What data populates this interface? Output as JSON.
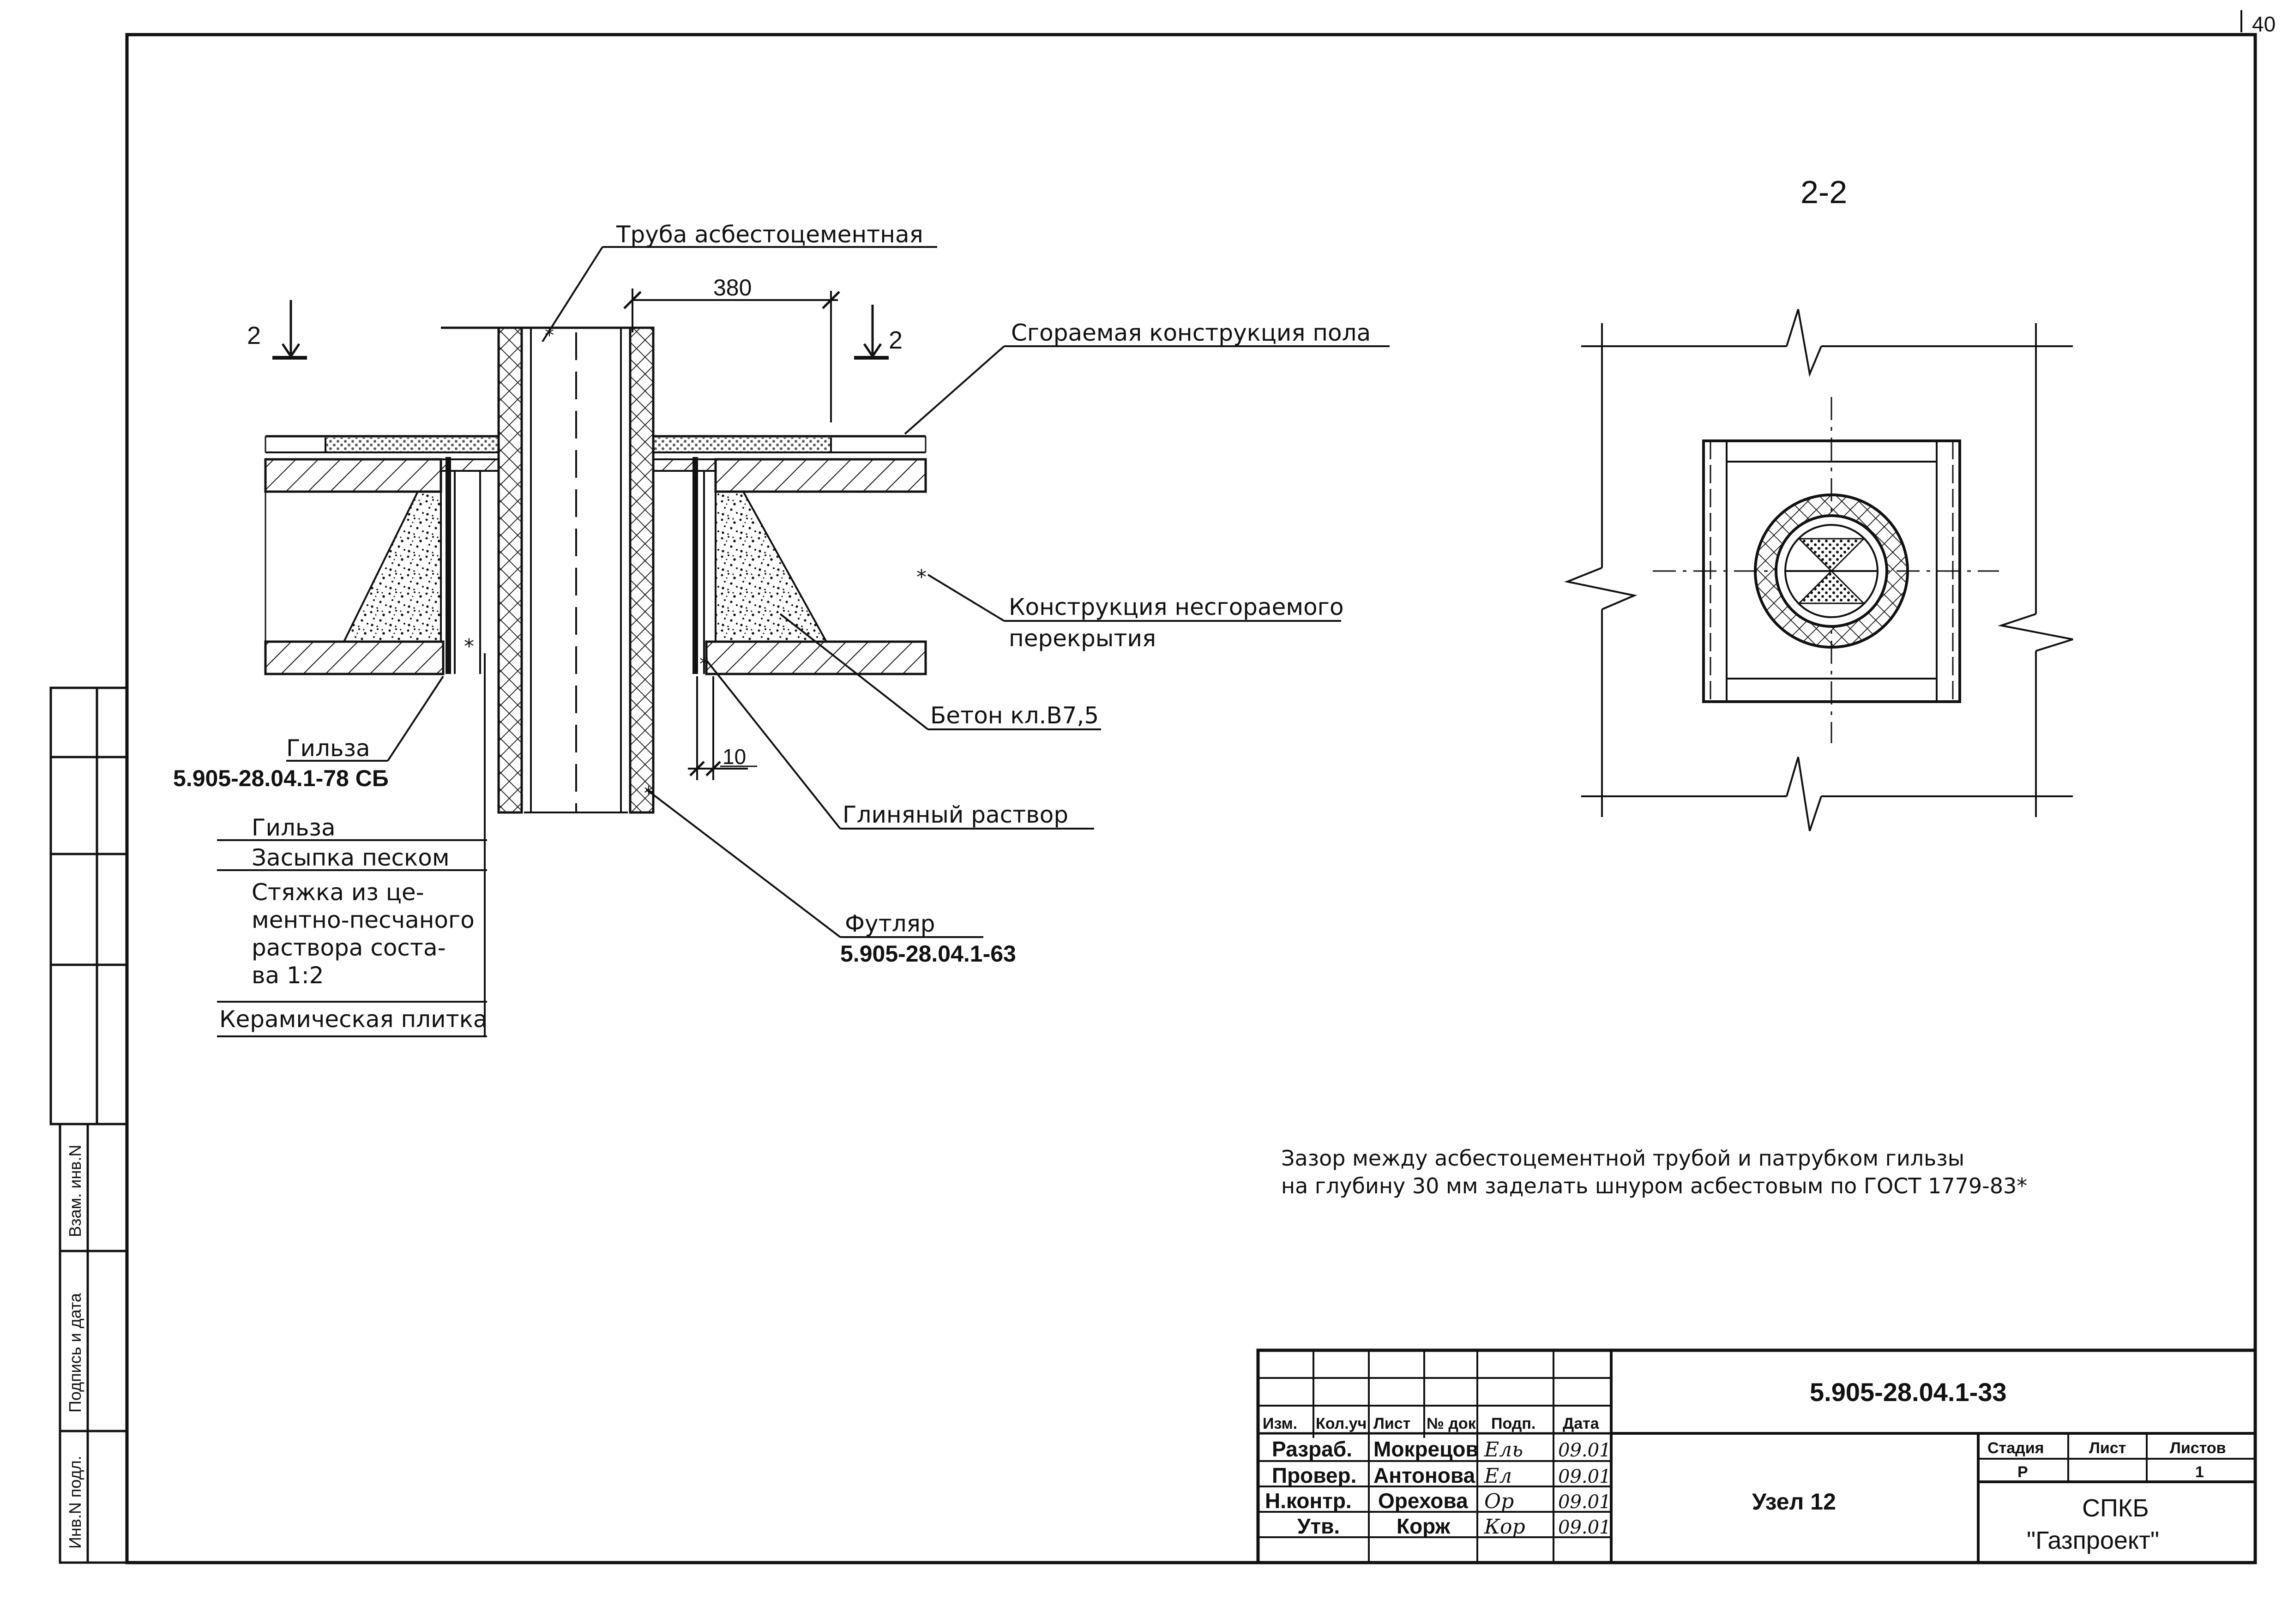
{
  "page_number": "40",
  "section_label": "2-2",
  "section_marks": {
    "left": "2",
    "right": "2"
  },
  "dimensions": {
    "width": "380",
    "gap": "10"
  },
  "callouts": {
    "asbestos_pipe": "Труба асбестоцементная",
    "floor_construction": "Сгораемая конструкция пола",
    "slab": "Конструкция несгораемого",
    "slab_line2": "перекрытия",
    "concrete": "Бетон кл.В7,5",
    "sleeve": "Гильза",
    "sleeve_code": "5.905-28.04.1-78 СБ",
    "clay_mortar": "Глиняный раствор",
    "case": "Футляр",
    "case_code": "5.905-28.04.1-63"
  },
  "legend_rows": [
    [
      "Гильза"
    ],
    [
      "Засыпка песком"
    ],
    [
      "Стяжка из це-",
      "ментно-песчаного",
      "раствора соста-",
      "ва 1:2"
    ],
    [
      "Керамическая плитка"
    ]
  ],
  "note": [
    "Зазор между асбестоцементной трубой и патрубком гильзы",
    "на глубину 30 мм заделать шнуром асбестовым по ГОСТ 1779-83*"
  ],
  "side_stamp": [
    "Взам. инв.N",
    "Подпись и дата",
    "Инв.N подл."
  ],
  "title_block": {
    "doc_code": "5.905-28.04.1-33",
    "title": "Узел 12",
    "company_line1": "СПКБ",
    "company_line2": "\"Газпроект\"",
    "headers": [
      "Изм.",
      "Кол.уч",
      "Лист",
      "№ док",
      "Подп.",
      "Дата"
    ],
    "people": [
      {
        "role": "Разраб.",
        "name": "Мокрецов",
        "sig": "Ель",
        "date": "09.01"
      },
      {
        "role": "Провер.",
        "name": "Антонова",
        "sig": "Ел",
        "date": "09.01"
      },
      {
        "role": "Н.контр.",
        "name": "Орехова",
        "sig": "Ор",
        "date": "09.01"
      },
      {
        "role": "Утв.",
        "name": "Корж",
        "sig": "Кор",
        "date": "09.01"
      }
    ],
    "stage_header": "Стадия",
    "sheet_header": "Лист",
    "sheets_header": "Листов",
    "stage": "Р",
    "sheet": "",
    "sheets": "1"
  }
}
